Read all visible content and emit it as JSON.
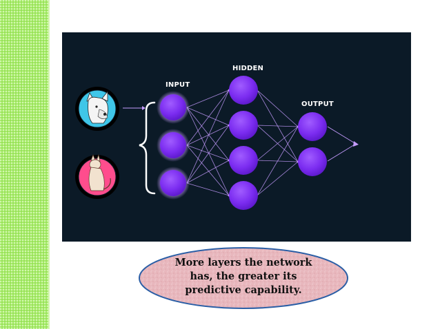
{
  "diagram": {
    "layers": {
      "input": {
        "label": "INPUT",
        "nodes": 3
      },
      "hidden": {
        "label": "HIDDEN",
        "nodes": 4
      },
      "output": {
        "label": "OUTPUT",
        "nodes": 2
      }
    },
    "inputs": [
      {
        "icon": "dog-icon",
        "color": "#3fc6e8"
      },
      {
        "icon": "cat-icon",
        "color": "#ff4d8d"
      }
    ],
    "colors": {
      "background": "#0b1a27",
      "node": "#7b2cf0",
      "edge": "#c59cff",
      "sidebar": "#a8ec6a",
      "callout_fill": "#e8b7bd",
      "callout_border": "#2b5fa6"
    }
  },
  "callout": {
    "lines": [
      "More layers the network",
      "has, the greater its",
      "predictive capability."
    ]
  }
}
